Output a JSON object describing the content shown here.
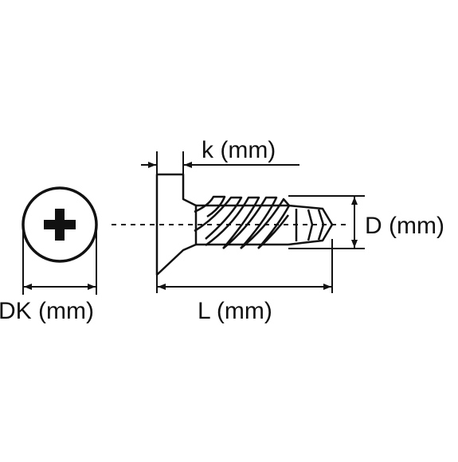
{
  "labels": {
    "head_height": "k (mm)",
    "thread_diameter": "D (mm)",
    "head_diameter": "DK (mm)",
    "length": "L (mm)"
  },
  "colors": {
    "ink": "#111111",
    "background": "#ffffff"
  }
}
